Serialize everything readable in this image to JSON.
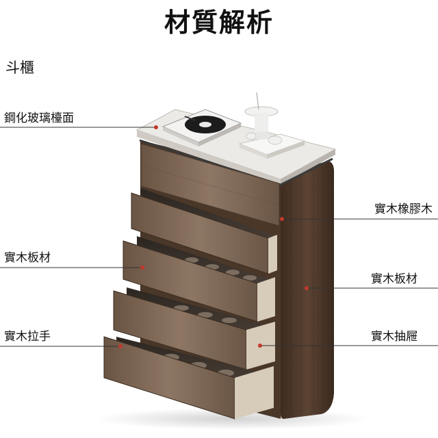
{
  "header": {
    "title": "材質解析",
    "subtitle": "斗櫃"
  },
  "callouts": {
    "left": [
      "鋼化玻璃檯面",
      "實木板材",
      "實木拉手"
    ],
    "right": [
      "實木橡膠木",
      "實木板材",
      "實木抽屜"
    ]
  },
  "colors": {
    "dot": "#c0392b",
    "line": "#333333",
    "wood_dark": "#5a4535",
    "wood_light": "#8a7564",
    "top": "#e6e4df"
  }
}
